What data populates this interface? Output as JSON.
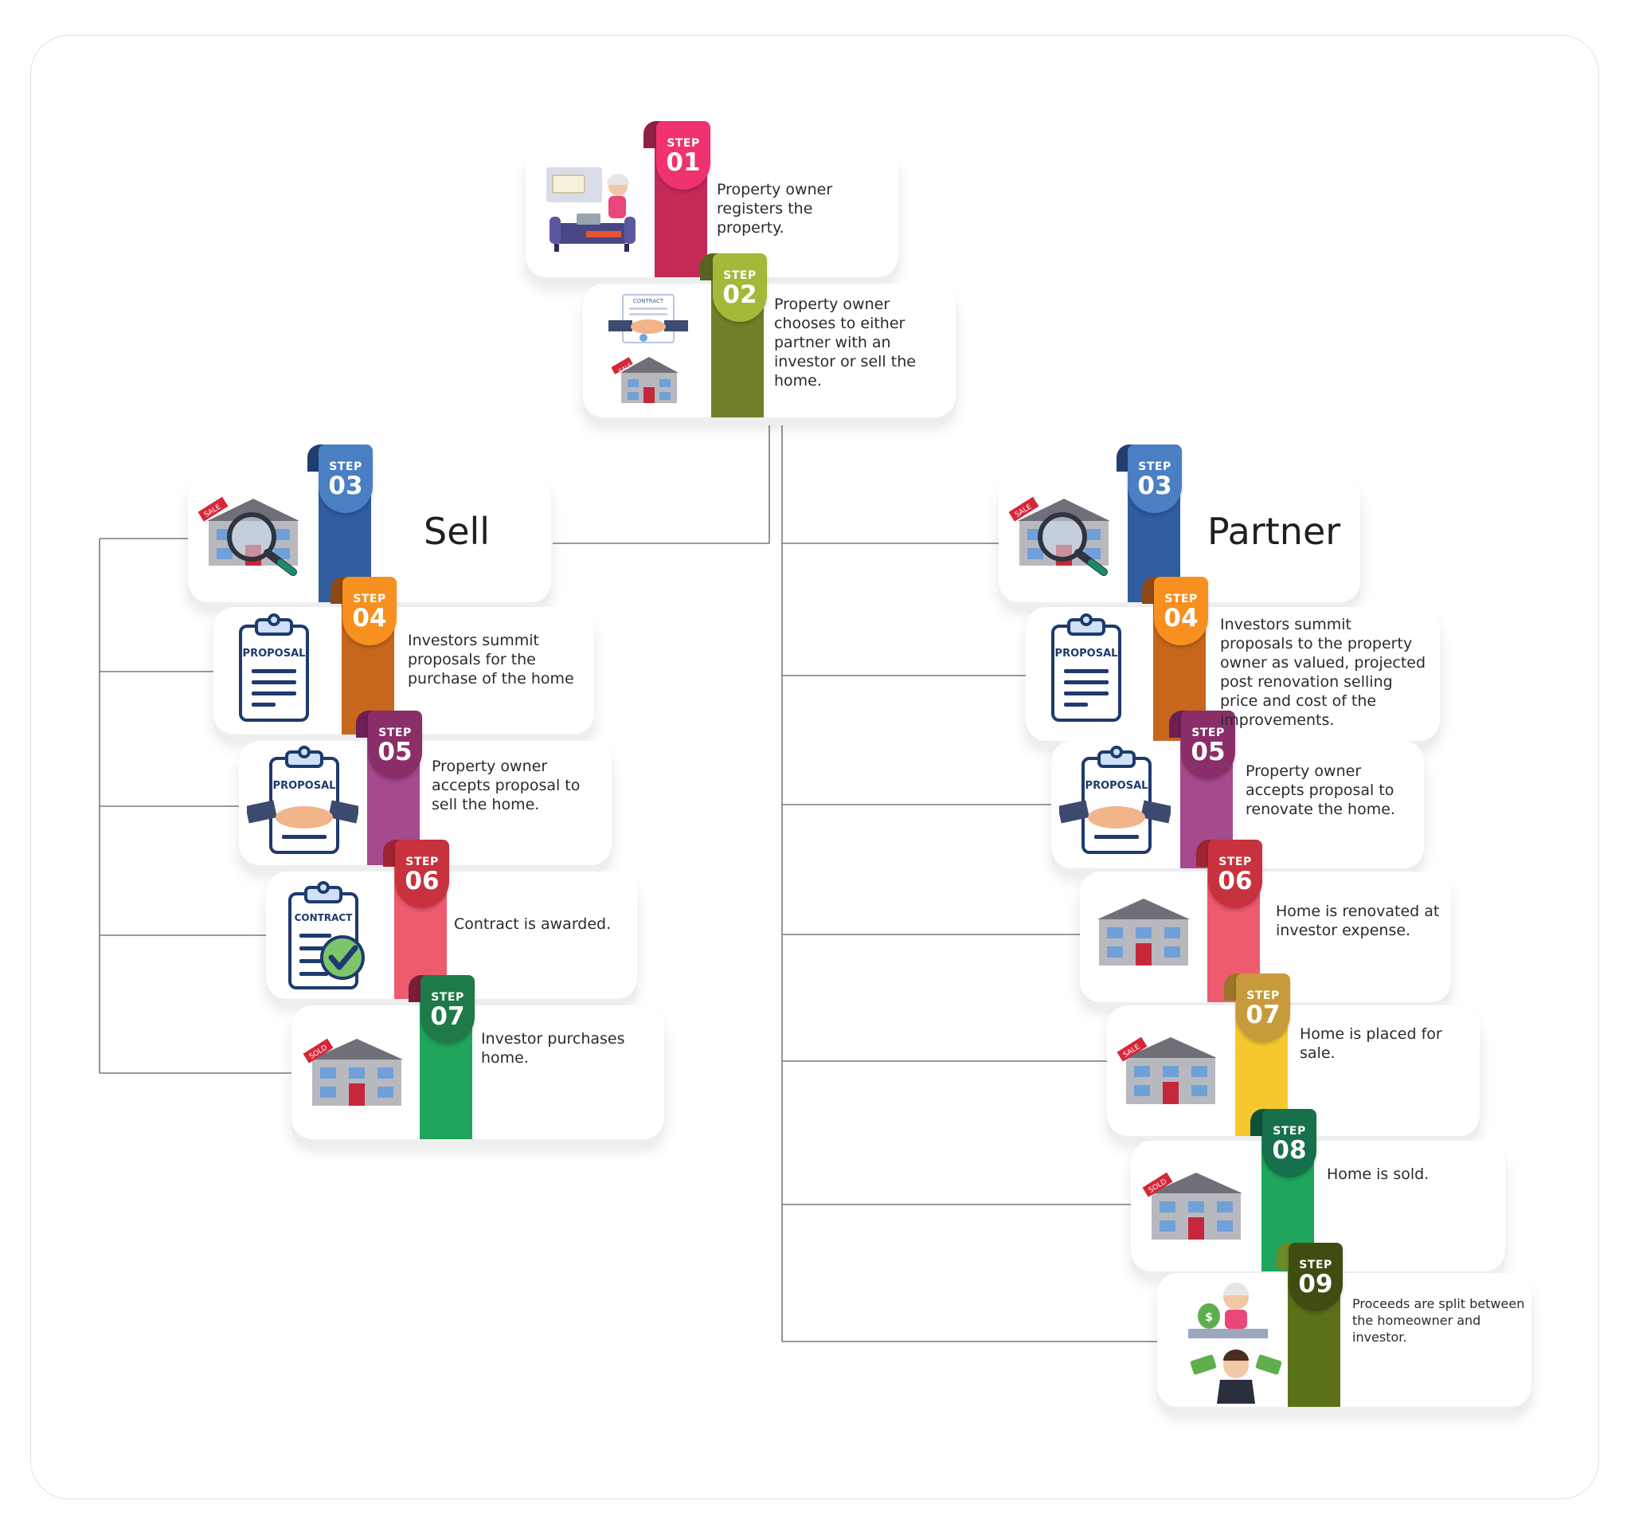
{
  "step_word": "STEP",
  "steps_top": [
    {
      "num": "01",
      "text": "Property owner registers the property.",
      "color": "#f0326e",
      "ribbon": "#c52a57",
      "fold": "#8e2040"
    },
    {
      "num": "02",
      "text": "Property owner chooses to either partner with an investor or sell the home.",
      "color": "#a5b83a",
      "ribbon": "#6f8028",
      "fold": "#56651e"
    }
  ],
  "sell": {
    "title": "Sell",
    "contract_label": "CONTRACT",
    "steps": [
      {
        "num": "03",
        "text": "",
        "color": "#4a7fc3",
        "ribbon": "#2f5da0",
        "fold": "#203f6e"
      },
      {
        "num": "04",
        "text": "Investors summit proposals for the purchase of the home",
        "color": "#f7901e",
        "ribbon": "#c7661d",
        "fold": "#8d4816"
      },
      {
        "num": "05",
        "text": "Property owner accepts proposal to sell the home.",
        "color": "#8a2e6a",
        "ribbon": "#a54a8e",
        "fold": "#6b1f53"
      },
      {
        "num": "06",
        "text": "Contract is awarded.",
        "color": "#c8323e",
        "ribbon": "#ee5b6e",
        "fold": "#9e2431"
      },
      {
        "num": "07",
        "text": "Investor purchases home.",
        "color": "#1e7a48",
        "ribbon": "#1fa65c",
        "fold": "#7a1e35"
      }
    ]
  },
  "partner": {
    "title": "Partner",
    "steps": [
      {
        "num": "03",
        "text": "",
        "color": "#4a7fc3",
        "ribbon": "#2f5da0",
        "fold": "#203f6e"
      },
      {
        "num": "04",
        "text": "Investors summit proposals to the property owner as valued, projected post renovation selling price and cost of the improvements.",
        "color": "#f7901e",
        "ribbon": "#c7661d",
        "fold": "#8d4816"
      },
      {
        "num": "05",
        "text": "Property owner accepts proposal to renovate the home.",
        "color": "#8a2e6a",
        "ribbon": "#a54a8e",
        "fold": "#6b1f53"
      },
      {
        "num": "06",
        "text": "Home is renovated at investor expense.",
        "color": "#c8323e",
        "ribbon": "#ee5b6e",
        "fold": "#9e2431"
      },
      {
        "num": "07",
        "text": "Home is placed for sale.",
        "color": "#c79a3c",
        "ribbon": "#f5c92e",
        "fold": "#9a7626"
      },
      {
        "num": "08",
        "text": "Home is sold.",
        "color": "#16704a",
        "ribbon": "#1fa65c",
        "fold": "#0f5235"
      },
      {
        "num": "09",
        "text": "Proceeds are split between the homeowner and investor.",
        "color": "#3f4d12",
        "ribbon": "#5b7118",
        "fold": "#6f8a26"
      }
    ]
  },
  "icon_text": {
    "contract": "CONTRACT",
    "proposal": "PROPOSAL",
    "sale": "SALE",
    "sold": "SOLD"
  }
}
